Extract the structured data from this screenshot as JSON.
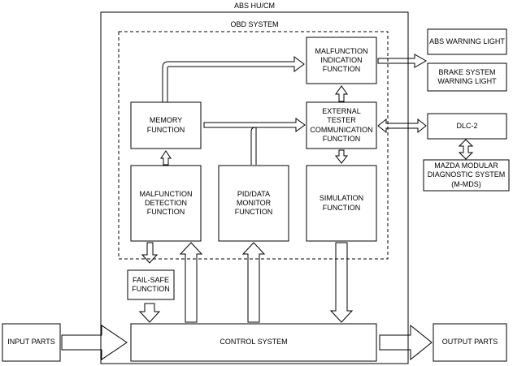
{
  "outer_title": "ABS HU/CM",
  "obd_title": "OBD SYSTEM",
  "blocks": {
    "malfunction_indication": "MALFUNCTION\nINDICATION\nFUNCTION",
    "memory": "MEMORY\nFUNCTION",
    "external_tester": "EXTERNAL\nTESTER\nCOMMUNICATION\nFUNCTION",
    "malfunction_detection": "MALFUNCTION\nDETECTION\nFUNCTION",
    "pid_monitor": "PID/DATA\nMONITOR\nFUNCTION",
    "simulation": "SIMULATION\nFUNCTION",
    "fail_safe": "FAIL-SAFE\nFUNCTION",
    "control_system": "CONTROL SYSTEM"
  },
  "external": {
    "abs_warning": "ABS WARNING LIGHT",
    "brake_warning": "BRAKE SYSTEM\nWARNING LIGHT",
    "dlc2": "DLC-2",
    "mmds": "MAZDA MODULAR\nDIAGNOSTIC SYSTEM\n(M-MDS)",
    "input_parts": "INPUT PARTS",
    "output_parts": "OUTPUT PARTS"
  }
}
